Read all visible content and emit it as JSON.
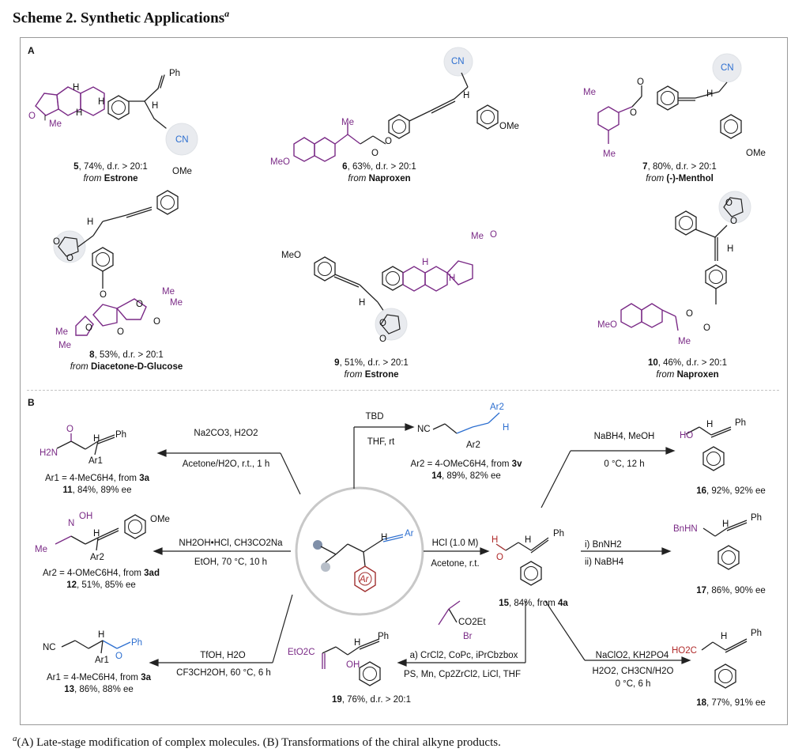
{
  "scheme_title": "Scheme 2. Synthetic Applications",
  "scheme_title_sup": "a",
  "panel_a_label": "A",
  "panel_b_label": "B",
  "panel_a": {
    "c5": {
      "num": "5",
      "yield": ", 74%, d.r. > 20:1",
      "from": "from",
      "source": "Estrone"
    },
    "c6": {
      "num": "6",
      "yield": ", 63%, d.r. > 20:1",
      "from": "from",
      "source": "Naproxen"
    },
    "c7": {
      "num": "7",
      "yield": ", 80%, d.r. > 20:1",
      "from": "from",
      "source": "(-)-Menthol"
    },
    "c8": {
      "num": "8",
      "yield": ", 53%, d.r. > 20:1",
      "from": "from",
      "source": "Diacetone-D-Glucose"
    },
    "c9": {
      "num": "9",
      "yield": ", 51%, d.r. > 20:1",
      "from": "from",
      "source": "Estrone"
    },
    "c10": {
      "num": "10",
      "yield": ", 46%, d.r. > 20:1",
      "from": "from",
      "source": "Naproxen"
    }
  },
  "atoms": {
    "ph": "Ph",
    "cn": "CN",
    "h": "H",
    "me": "Me",
    "o": "O",
    "ome": "OMe",
    "meo": "MeO",
    "h2n": "H2N",
    "ar1": "Ar1",
    "ar2": "Ar2",
    "ar": "Ar",
    "oh": "OH",
    "n": "N",
    "nc": "NC",
    "ho": "HO",
    "bnhn": "BnHN",
    "ho2c": "HO2C",
    "eto2c": "EtO2C",
    "co2et": "CO2Et",
    "br": "Br"
  },
  "panel_b": {
    "r11": {
      "cond_top": "Na2CO3, H2O2",
      "cond_bottom": "Acetone/H2O, r.t., 1 h",
      "ar_def": "Ar1 = 4-MeC6H4, from ",
      "ar_src": "3a",
      "num": "11",
      "yield": ", 84%, 89% ee"
    },
    "r12": {
      "cond_top": "NH2OH•HCl, CH3CO2Na",
      "cond_bottom": "EtOH, 70 °C, 10 h",
      "ar_def": "Ar2 = 4-OMeC6H4, from ",
      "ar_src": "3ad",
      "num": "12",
      "yield": ", 51%, 85% ee"
    },
    "r13": {
      "cond_top": "TfOH, H2O",
      "cond_bottom": "CF3CH2OH, 60 °C, 6 h",
      "ar_def": "Ar1 = 4-MeC6H4, from ",
      "ar_src": "3a",
      "num": "13",
      "yield": ", 86%, 88% ee"
    },
    "r14": {
      "cond_top": "TBD",
      "cond_bottom": "THF, rt",
      "ar_def": "Ar2 = 4-OMeC6H4, from ",
      "ar_src": "3v",
      "num": "14",
      "yield": ", 89%, 82% ee"
    },
    "r15": {
      "cond_top": "HCl (1.0 M)",
      "cond_bottom": "Acetone, r.t.",
      "num": "15",
      "yield": ", 84%, from ",
      "src": "4a"
    },
    "r16": {
      "cond_top": "NaBH4, MeOH",
      "cond_bottom": "0 °C, 12 h",
      "num": "16",
      "yield": ", 92%, 92% ee"
    },
    "r17": {
      "cond_top": "i) BnNH2",
      "cond_bottom": "ii) NaBH4",
      "num": "17",
      "yield": ", 86%, 90% ee"
    },
    "r18": {
      "cond_top": "NaClO2, KH2PO4",
      "cond_mid": "H2O2, CH3CN/H2O",
      "cond_bottom": "0 °C, 6 h",
      "num": "18",
      "yield": ", 77%, 91% ee"
    },
    "r19": {
      "cond_top": "a) CrCl2, CoPc, iPrCbzbox",
      "cond_bottom": "PS, Mn, Cp2ZrCl2, LiCl, THF",
      "num": "19",
      "yield": ", 76%, d.r. > 20:1"
    }
  },
  "footnote_sup": "a",
  "footnote": "(A) Late-stage modification of complex molecules. (B) Transformations of the chiral alkyne products."
}
